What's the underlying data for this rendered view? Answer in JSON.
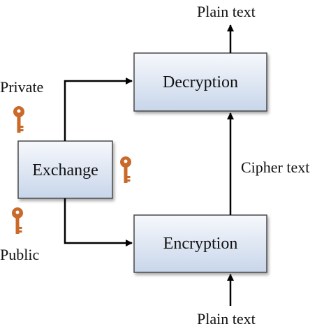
{
  "nodes": {
    "decryption": {
      "label": "Decryption"
    },
    "encryption": {
      "label": "Encryption"
    },
    "exchange": {
      "label": "Exchange"
    }
  },
  "labels": {
    "plain_text_top": "Plain text",
    "plain_text_bottom": "Plain text",
    "cipher_text": "Cipher text",
    "private": "Private",
    "public": "Public"
  },
  "colors": {
    "box_fill_top": "#f4f7fc",
    "box_fill_bottom": "#c9d7ea",
    "box_border": "#4a4a4a",
    "key": "#c9692a",
    "arrow": "#000000"
  },
  "icons": [
    "key-icon-private",
    "key-icon-exchange",
    "key-icon-public"
  ]
}
